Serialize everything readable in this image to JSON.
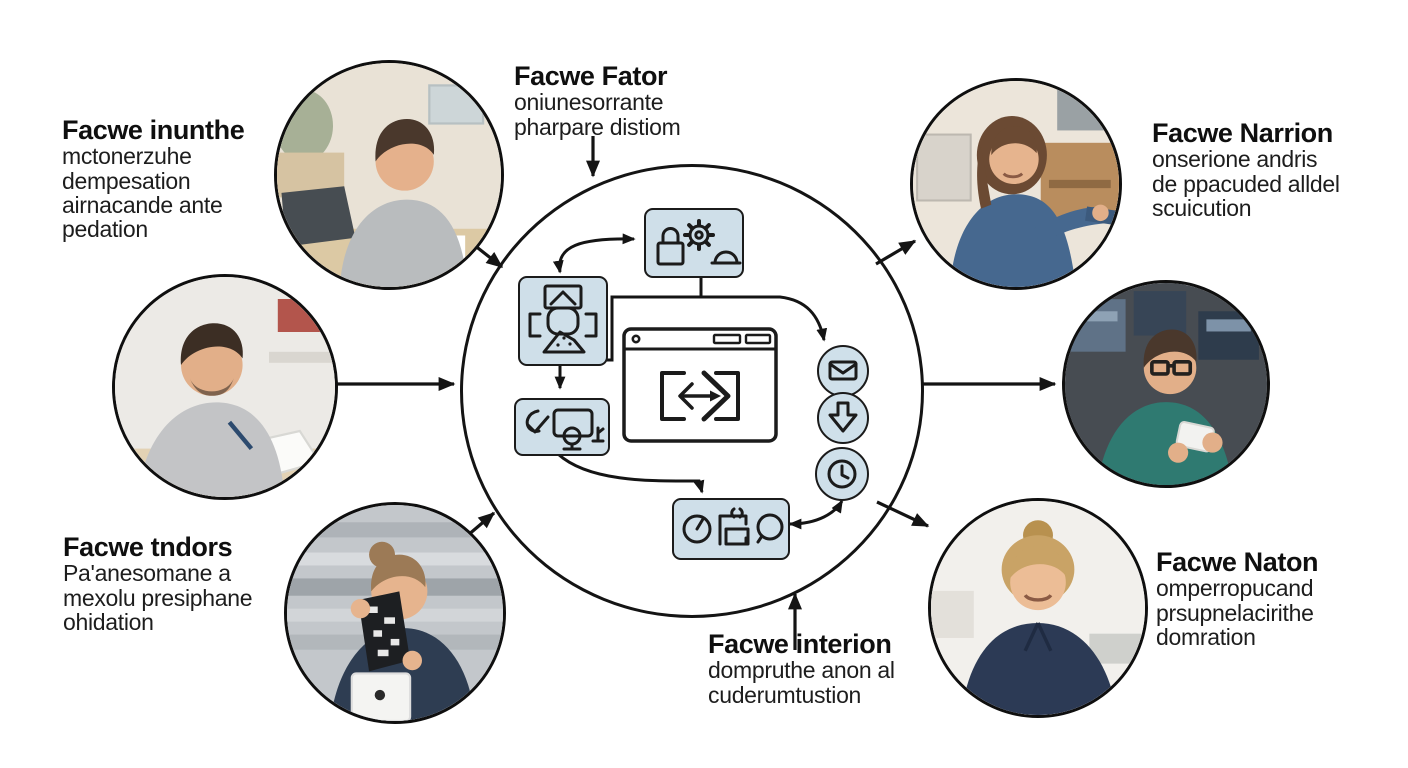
{
  "diagram": {
    "labels": {
      "top_left": {
        "title": "Facwe inunthe",
        "lines": [
          "mctonerzuhe",
          "dempesation",
          "airnacande ante",
          "pedation"
        ]
      },
      "top_center": {
        "title": "Facwe Fator",
        "lines": [
          "oniunesorrante",
          "pharpare distiom"
        ]
      },
      "top_right": {
        "title": "Facwe Narrion",
        "lines": [
          "onserione andris",
          "de ppacuded alldel",
          "scuicution"
        ]
      },
      "bottom_left": {
        "title": "Facwe tndors",
        "lines": [
          "Pa'anesomane a",
          "mexolu presiphane",
          "ohidation"
        ]
      },
      "bottom_center": {
        "title": "Facwe interion",
        "lines": [
          "dompruthe anon al",
          "cuderumtustion"
        ]
      },
      "bottom_right": {
        "title": "Facwe Naton",
        "lines": [
          "omperropucand",
          "prsupnelacirithe",
          "domration"
        ]
      }
    },
    "icons": {
      "center_top_box": [
        "lock-icon",
        "gear-icon",
        "dome-icon"
      ],
      "center_left_box": [
        "image-crop-icon"
      ],
      "center_window": [
        "window-dot-icon",
        "code-brackets-icon",
        "sync-arrow-icon"
      ],
      "center_check_box": [
        "check-swirl-icon",
        "monitor-user-icon"
      ],
      "center_bottom_box": [
        "gauge-icon",
        "printer-icon",
        "speech-bubble-icon"
      ],
      "right_circles": [
        "envelope-icon",
        "download-arrow-icon",
        "clock-icon"
      ]
    },
    "photos": {
      "top_left": "man in gray sweater working at desk with laptop and papers",
      "mid_left": "smiling man in gray sweater writing in notebook",
      "bottom_left": "woman in navy shirt inspecting printed film strip",
      "top_right": "woman in denim shirt handing over an item in workshop",
      "mid_right": "man with glasses in teal sweater using phone",
      "bottom_right": "smiling blonde woman in navy shirt"
    },
    "colors": {
      "background": "#ffffff",
      "box_fill": "#cfdfe9",
      "stroke": "#1a1a1a"
    }
  }
}
